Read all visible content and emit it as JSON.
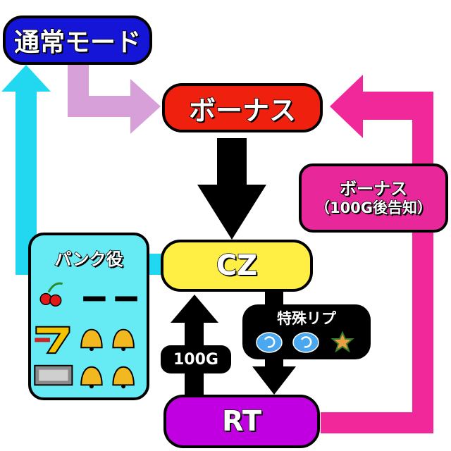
{
  "nodes": {
    "normal_mode": "通常モード",
    "bonus": "ボーナス",
    "cz": "CZ",
    "rt": "RT"
  },
  "callouts": {
    "bonus_notice_line1": "ボーナス",
    "bonus_notice_line2": "（100G後告知）",
    "punk_role": "パンク役",
    "special_replay": "特殊リプ",
    "games_100": "100G"
  },
  "colors": {
    "normal_mode": "#1515d8",
    "bonus": "#f0200e",
    "cz": "#ffee44",
    "rt": "#c000e0",
    "bonus_notice": "#e8289a",
    "punk_panel": "#66eaf4",
    "arrow_cyan": "#22d8f0",
    "arrow_lavender": "#d8a0d8",
    "arrow_pink": "#f0289a"
  },
  "icons": {
    "punk_row1": [
      "cherry-icon",
      "dash-icon",
      "dash-icon"
    ],
    "punk_row2": [
      "seven-icon",
      "bell-icon",
      "bell-icon"
    ],
    "punk_row3": [
      "bar-icon",
      "bell-icon",
      "bell-icon"
    ],
    "special_replay": [
      "replay-icon",
      "replay-icon",
      "star-icon"
    ]
  }
}
